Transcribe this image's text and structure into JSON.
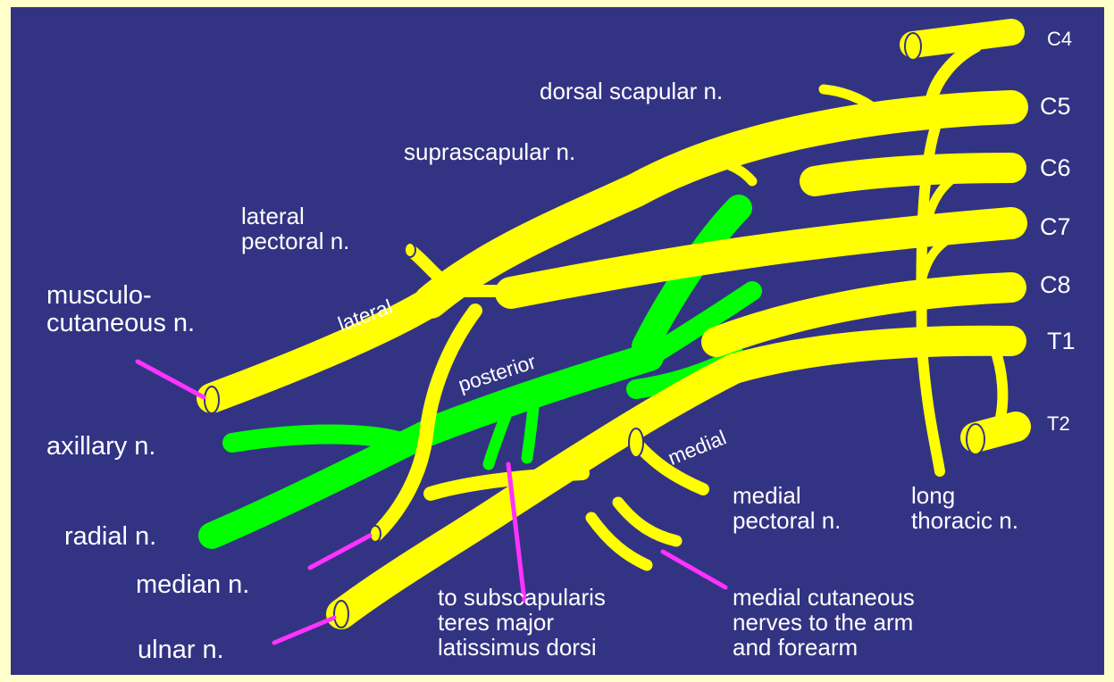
{
  "diagram": {
    "colors": {
      "background": "#333384",
      "border": "#ffffcc",
      "nerve": "#ffff00",
      "posterior_cord": "#00ff00",
      "pointer": "#ff33ff",
      "label": "#ffffff"
    },
    "roots": [
      "C4",
      "C5",
      "C6",
      "C7",
      "C8",
      "T1",
      "T2"
    ],
    "cords": {
      "lateral": "lateral",
      "posterior": "posterior",
      "medial": "medial"
    },
    "labels": {
      "dorsal_scapular": "dorsal scapular n.",
      "suprascapular": "suprascapular n.",
      "lateral_pectoral_1": "lateral",
      "lateral_pectoral_2": "pectoral n.",
      "musculocutaneous_1": "musculo-",
      "musculocutaneous_2": "cutaneous n.",
      "axillary": "axillary n.",
      "radial": "radial n.",
      "median": "median n.",
      "ulnar": "ulnar n.",
      "subscapular_1": "to subscapularis",
      "subscapular_2": "teres major",
      "subscapular_3": "latissimus dorsi",
      "medial_cutaneous_1": "medial cutaneous",
      "medial_cutaneous_2": "nerves to the arm",
      "medial_cutaneous_3": "and forearm",
      "medial_pectoral_1": "medial",
      "medial_pectoral_2": "pectoral n.",
      "long_thoracic_1": "long",
      "long_thoracic_2": "thoracic n."
    }
  }
}
